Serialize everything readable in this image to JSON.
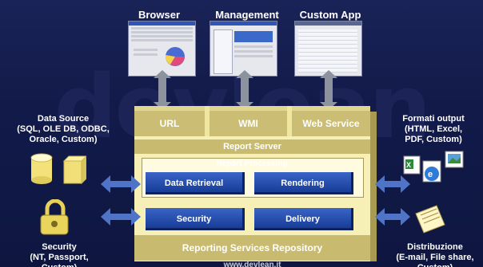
{
  "watermark": "devlean",
  "clients": [
    "Browser",
    "Management",
    "Custom App"
  ],
  "server": {
    "tabs": [
      "URL",
      "WMI",
      "Web Service"
    ],
    "title": "Report Server",
    "processing": "Report Processing",
    "modules": [
      "Data Retrieval",
      "Rendering",
      "Security",
      "Delivery"
    ],
    "repository": "Reporting Services Repository"
  },
  "left": {
    "datasource": "Data Source\n(SQL, OLE DB, ODBC,\nOracle, Custom)",
    "security": "Security\n(NT, Passport,\nCustom)"
  },
  "right": {
    "formats": "Formati output\n(HTML, Excel,\nPDF, Custom)",
    "distribution": "Distribuzione\n(E-mail, File share,\nCustom)"
  },
  "footer_url": "www.devlean.it",
  "colors": {
    "background": "#121a4a",
    "server": "#f7f0b6",
    "band": "#c8bb70",
    "module": "#1f4aa8",
    "arrow": "#4f73c7"
  }
}
